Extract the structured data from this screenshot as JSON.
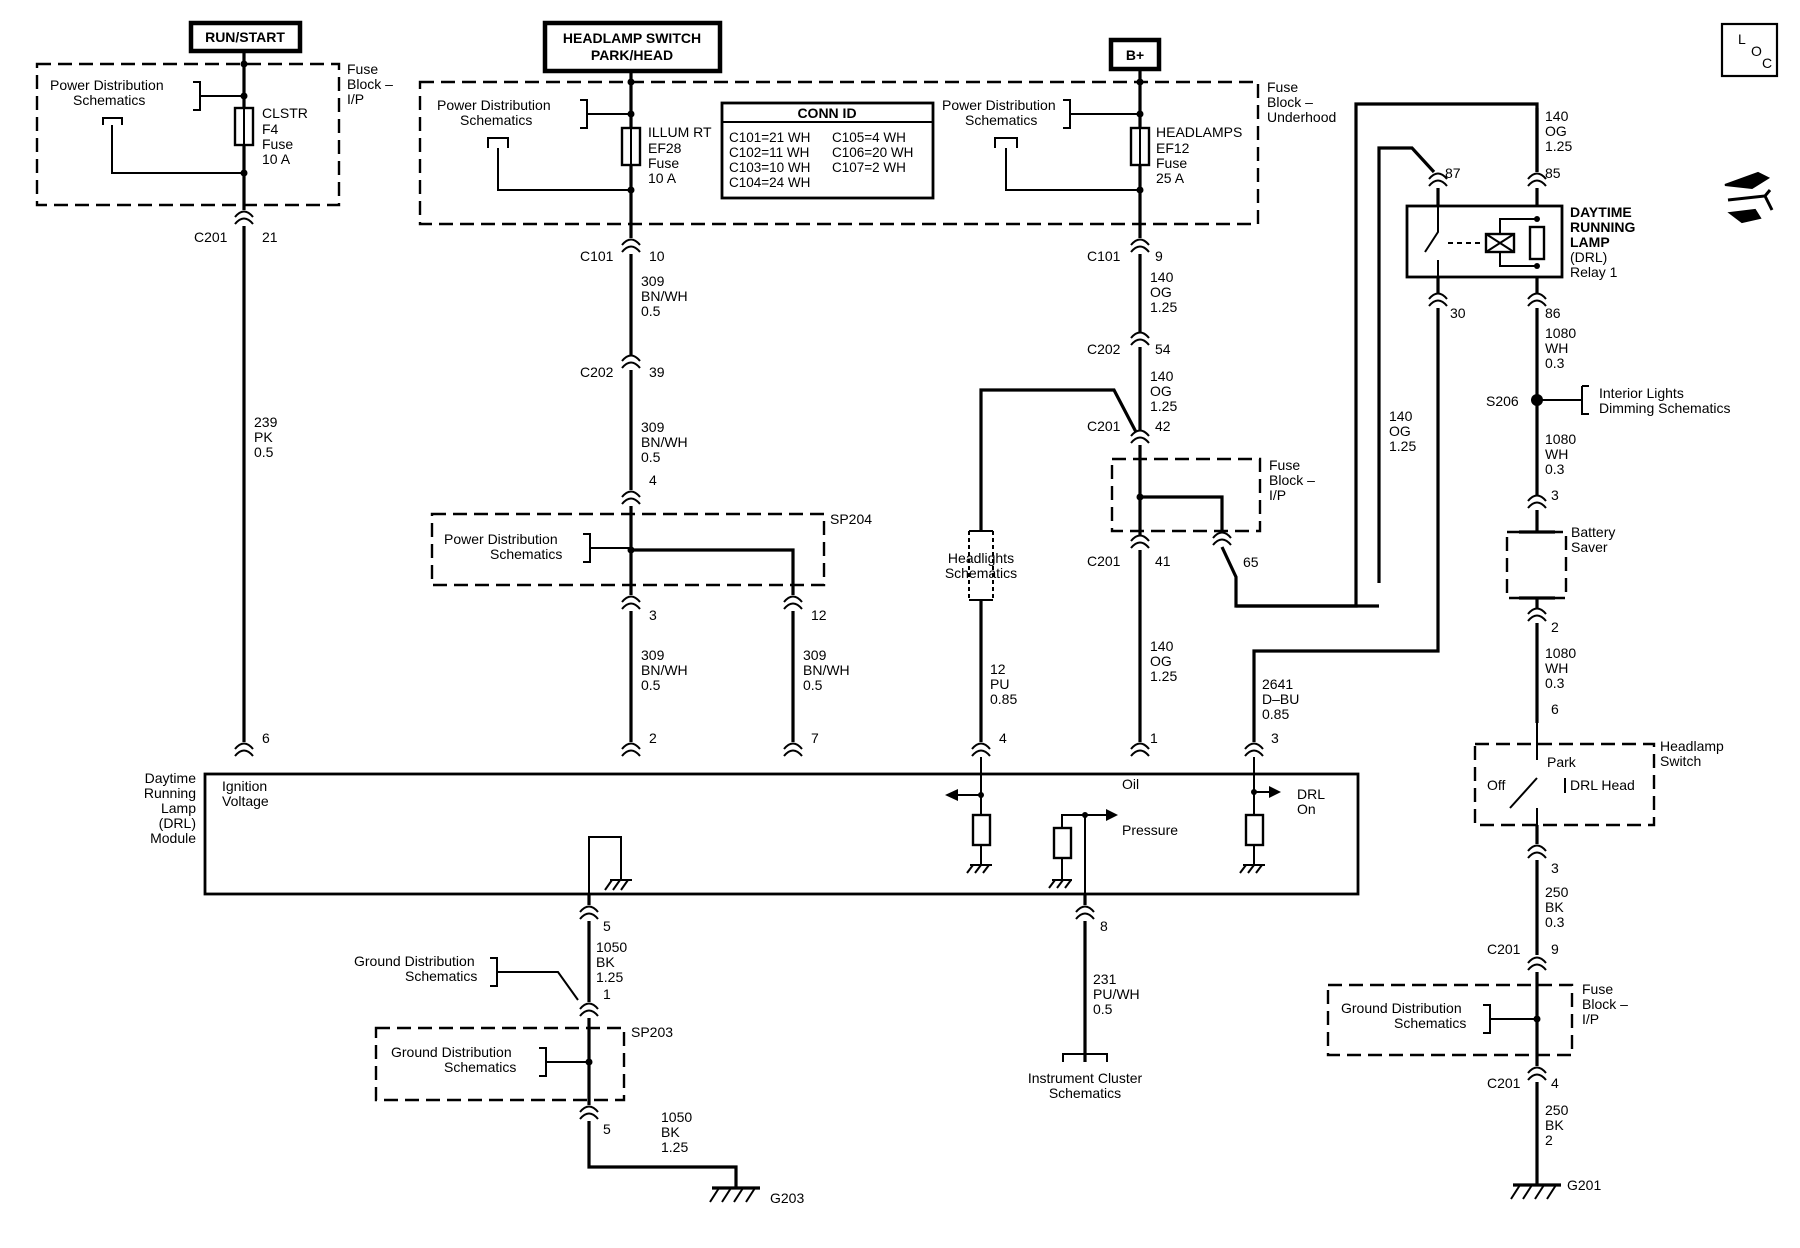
{
  "sources": {
    "run_start": "RUN/START",
    "headlamp_switch_1": "HEADLAMP SWITCH",
    "headlamp_switch_2": "PARK/HEAD",
    "bplus": "B+"
  },
  "loc_icon": {
    "l": "L",
    "o": "O",
    "c": "C"
  },
  "fuse_block_ip": {
    "l1": "Fuse",
    "l2": "Block –",
    "l3": "I/P"
  },
  "fuse_block_underhood": {
    "l1": "Fuse",
    "l2": "Block –",
    "l3": "Underhood"
  },
  "power_distribution": {
    "l1": "Power Distribution",
    "l2": "Schematics"
  },
  "ground_distribution": {
    "l1": "Ground Distribution",
    "l2": "Schematics"
  },
  "fuses": {
    "cluster": {
      "l1": "CLSTR",
      "l2": "F4",
      "l3": "Fuse",
      "l4": "10 A"
    },
    "illum": {
      "l1": "ILLUM RT",
      "l2": "EF28",
      "l3": "Fuse",
      "l4": "10 A"
    },
    "headlamps": {
      "l1": "HEADLAMPS",
      "l2": "EF12",
      "l3": "Fuse",
      "l4": "25 A"
    }
  },
  "conn_id": {
    "title": "CONN ID",
    "rows": [
      [
        "C101=21 WH",
        "C105=4 WH"
      ],
      [
        "C102=11 WH",
        "C106=20 WH"
      ],
      [
        "C103=10 WH",
        "C107=2 WH"
      ],
      [
        "C104=24 WH",
        ""
      ]
    ]
  },
  "connectors": {
    "c101": "C101",
    "c201": "C201",
    "c202": "C202",
    "s206": "S206",
    "sp204": "SP204",
    "sp203": "SP203",
    "g203": "G203",
    "g201": "G201"
  },
  "pins": {
    "p21": "21",
    "p10": "10",
    "p9": "9",
    "p54": "54",
    "p39": "39",
    "p42": "42",
    "p41": "41",
    "p65": "65",
    "p4": "4",
    "p3": "3",
    "p12": "12",
    "p6": "6",
    "p2": "2",
    "p7": "7",
    "p1": "1",
    "p5": "5",
    "p8": "8",
    "p87": "87",
    "p85": "85",
    "p30": "30",
    "p86": "86"
  },
  "wires": {
    "pk239": {
      "n": "239",
      "c": "PK",
      "g": "0.5"
    },
    "bnwh309": {
      "n": "309",
      "c": "BN/WH",
      "g": "0.5"
    },
    "og140": {
      "n": "140",
      "c": "OG",
      "g": "1.25"
    },
    "pu12": {
      "n": "12",
      "c": "PU",
      "g": "0.85"
    },
    "dbu2641": {
      "n": "2641",
      "c": "D–BU",
      "g": "0.85"
    },
    "bk1050": {
      "n": "1050",
      "c": "BK",
      "g": "1.25"
    },
    "puwh231": {
      "n": "231",
      "c": "PU/WH",
      "g": "0.5"
    },
    "wh1080": {
      "n": "1080",
      "c": "WH",
      "g": "0.3"
    },
    "bk250a": {
      "n": "250",
      "c": "BK",
      "g": "0.3"
    },
    "bk250b": {
      "n": "250",
      "c": "BK",
      "g": "2"
    }
  },
  "relay": {
    "l1": "DAYTIME",
    "l2": "RUNNING",
    "l3": "LAMP",
    "l4": "(DRL)",
    "l5": "Relay 1"
  },
  "module": {
    "name": {
      "l1": "Daytime",
      "l2": "Running",
      "l3": "Lamp",
      "l4": "(DRL)",
      "l5": "Module"
    },
    "ignition": {
      "l1": "Ignition",
      "l2": "Voltage"
    },
    "oil": {
      "l1": "Oil",
      "l2": "Pressure"
    },
    "drl": {
      "l1": "DRL",
      "l2": "On"
    }
  },
  "headlights": {
    "l1": "Headlights",
    "l2": "Schematics"
  },
  "instrument": {
    "l1": "Instrument Cluster",
    "l2": "Schematics"
  },
  "interior": {
    "l1": "Interior Lights",
    "l2": "Dimming Schematics"
  },
  "battery_saver": {
    "l1": "Battery",
    "l2": "Saver"
  },
  "headlamp_sw": {
    "l1": "Headlamp",
    "l2": "Switch",
    "off": "Off",
    "park": "Park",
    "drl_head": "DRL Head"
  }
}
